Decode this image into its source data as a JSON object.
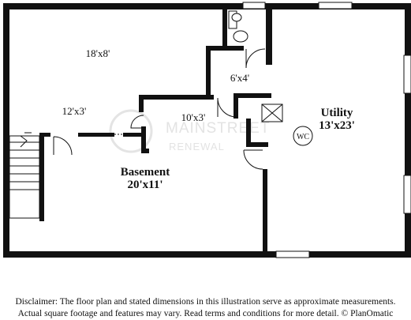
{
  "rooms": {
    "room_a": "18'x8'",
    "room_b": "12'x3'",
    "room_c": "10'x3'",
    "room_d": "6'x4'",
    "utility_name": "Utility",
    "utility_dim": "13'x23'",
    "basement_name": "Basement",
    "basement_dim": "20'x11'",
    "wc": "WC"
  },
  "watermark": {
    "line1": "MAINSTREET",
    "line2": "RENEWAL"
  },
  "disclaimer": {
    "line1": "Disclaimer: The floor plan and stated dimensions in this illustration serve as approximate measurements.",
    "line2": "Actual square footage and features may vary. Read terms and conditions for more detail. © PlanOmatic"
  }
}
